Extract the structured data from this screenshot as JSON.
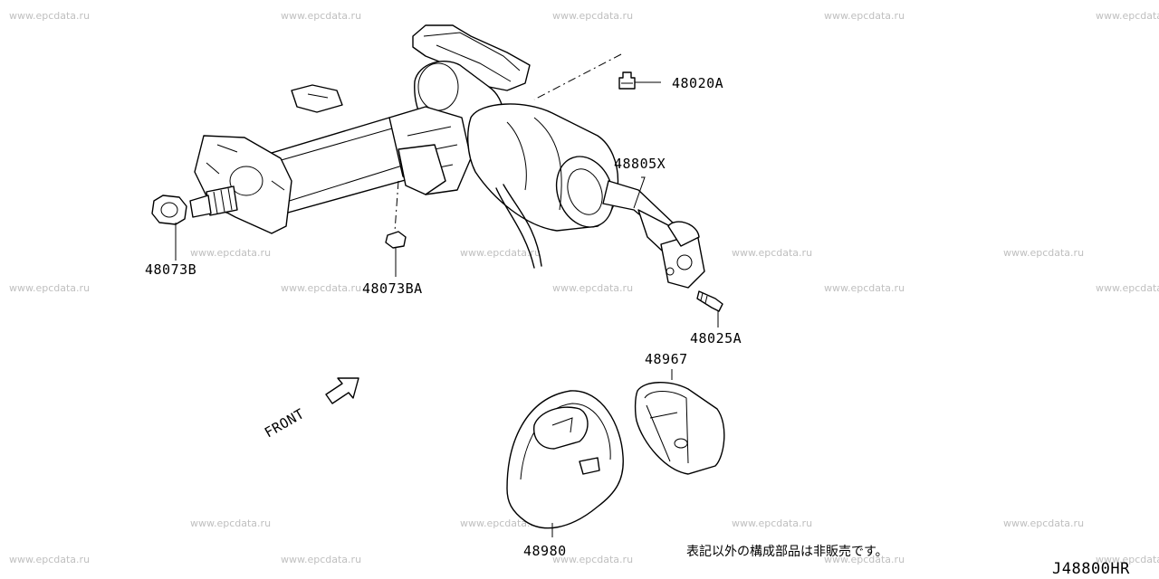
{
  "watermark": "www.epcdata.ru",
  "parts": [
    {
      "id": "48020A",
      "label": "48020A"
    },
    {
      "id": "48805X",
      "label": "48805X"
    },
    {
      "id": "48073B",
      "label": "48073B"
    },
    {
      "id": "48073BA",
      "label": "48073BA"
    },
    {
      "id": "48025A",
      "label": "48025A"
    },
    {
      "id": "48967",
      "label": "48967"
    },
    {
      "id": "48980",
      "label": "48980"
    }
  ],
  "direction_label": "FRONT",
  "note": "表記以外の構成部品は非販売です。",
  "diagram_code": "J48800HR"
}
